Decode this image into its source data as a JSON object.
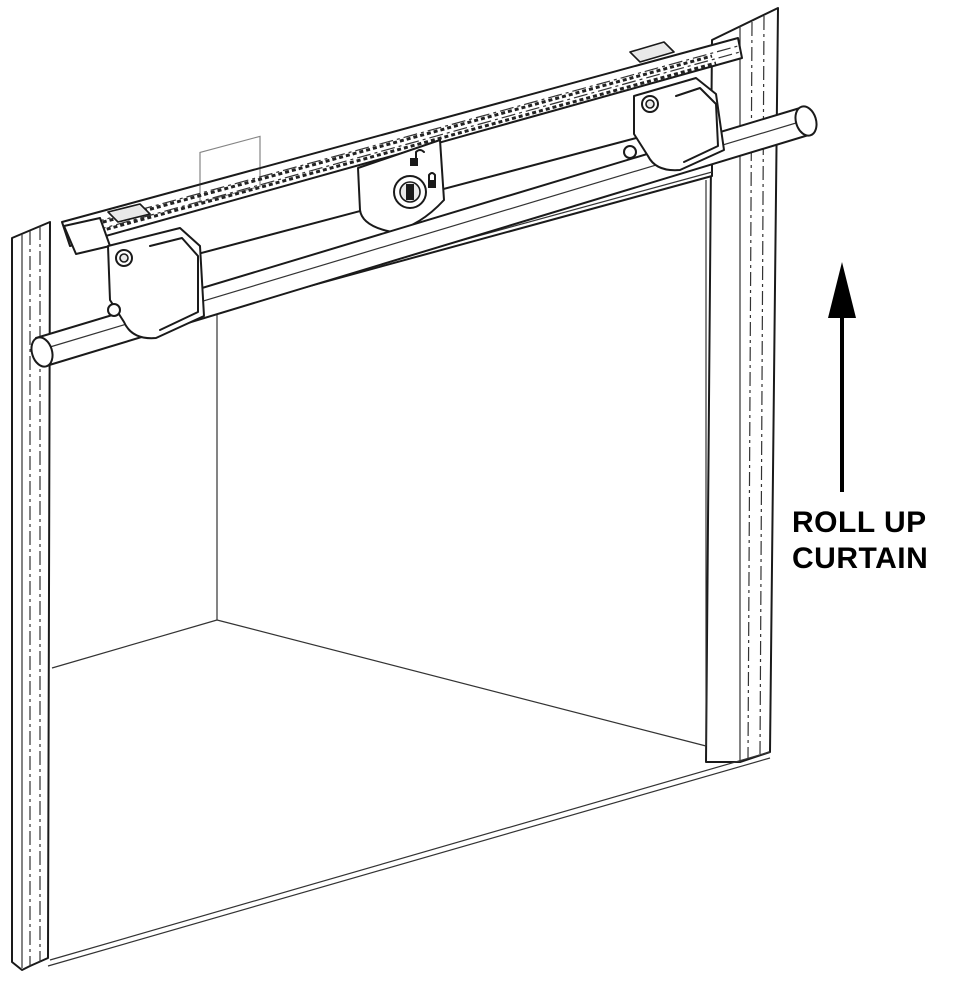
{
  "annotation": {
    "line1": "ROLL UP",
    "line2": "CURTAIN"
  },
  "direction": "up",
  "colors": {
    "ink": "#1a1a1a",
    "background": "#ffffff"
  }
}
